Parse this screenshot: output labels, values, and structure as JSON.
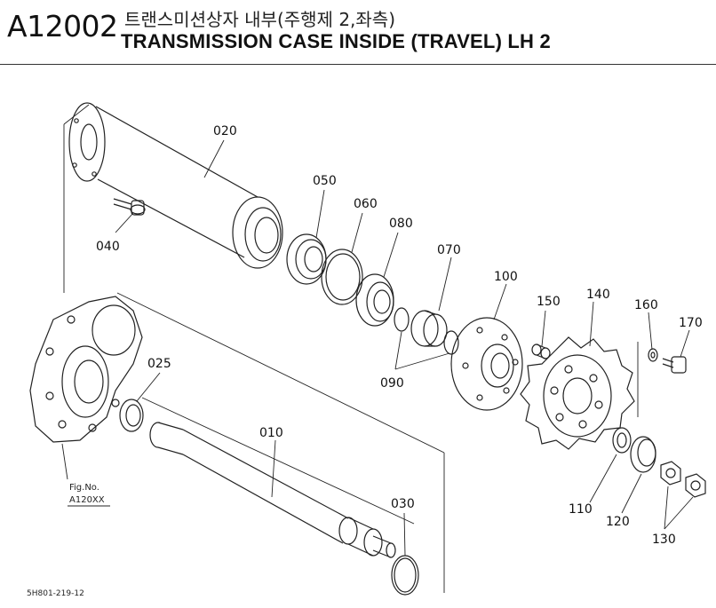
{
  "header": {
    "code": "A12002",
    "title_ko": "트랜스미션상자 내부(주행제 2,좌측)",
    "title_en": "TRANSMISSION CASE INSIDE (TRAVEL) LH 2"
  },
  "callouts": {
    "p010": "010",
    "p020": "020",
    "p025": "025",
    "p030": "030",
    "p040": "040",
    "p050": "050",
    "p060": "060",
    "p070": "070",
    "p080": "080",
    "p090": "090",
    "p100": "100",
    "p110": "110",
    "p120": "120",
    "p130": "130",
    "p140": "140",
    "p150": "150",
    "p160": "160",
    "p170": "170"
  },
  "figref": {
    "label": "Fig.No.",
    "number": "A120XX"
  },
  "footer": {
    "drawing_no": "5H801-219-12"
  }
}
